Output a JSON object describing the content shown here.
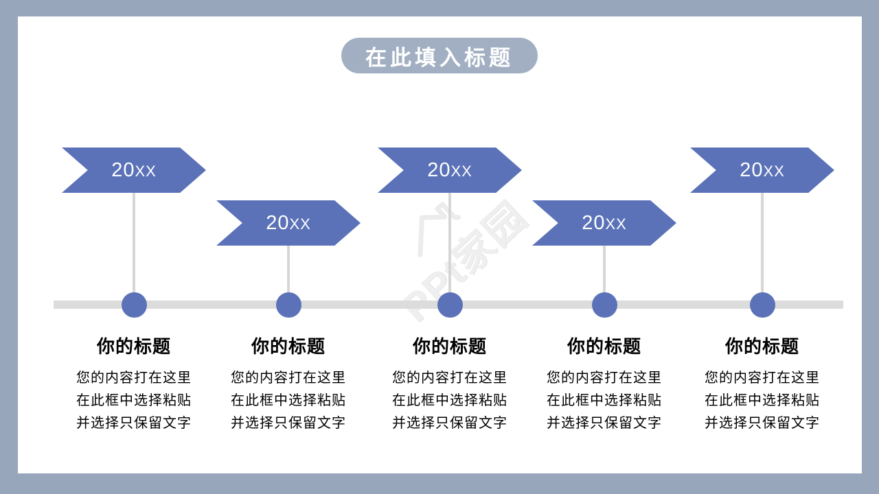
{
  "slide": {
    "title": "在此填入标题",
    "watermark_text": "PPt家园",
    "colors": {
      "frame": "#98A6BC",
      "title_pill": "#A2AFC2",
      "accent_blue": "#5B72B8",
      "timeline_bar": "#DCDCDC",
      "connector": "#D6D6D6",
      "body_text": "#000000",
      "banner_text": "#FFFFFF"
    }
  },
  "timeline": {
    "items": [
      {
        "year": "20XX",
        "row": "top",
        "heading": "你的标题",
        "lines": [
          "您的内容打在这里",
          "在此框中选择粘贴",
          "并选择只保留文字"
        ]
      },
      {
        "year": "20XX",
        "row": "bottom",
        "heading": "你的标题",
        "lines": [
          "您的内容打在这里",
          "在此框中选择粘贴",
          "并选择只保留文字"
        ]
      },
      {
        "year": "20XX",
        "row": "top",
        "heading": "你的标题",
        "lines": [
          "您的内容打在这里",
          "在此框中选择粘贴",
          "并选择只保留文字"
        ]
      },
      {
        "year": "20XX",
        "row": "bottom",
        "heading": "你的标题",
        "lines": [
          "您的内容打在这里",
          "在此框中选择粘贴",
          "并选择只保留文字"
        ]
      },
      {
        "year": "20XX",
        "row": "top",
        "heading": "你的标题",
        "lines": [
          "您的内容打在这里",
          "在此框中选择粘贴",
          "并选择只保留文字"
        ]
      }
    ]
  }
}
